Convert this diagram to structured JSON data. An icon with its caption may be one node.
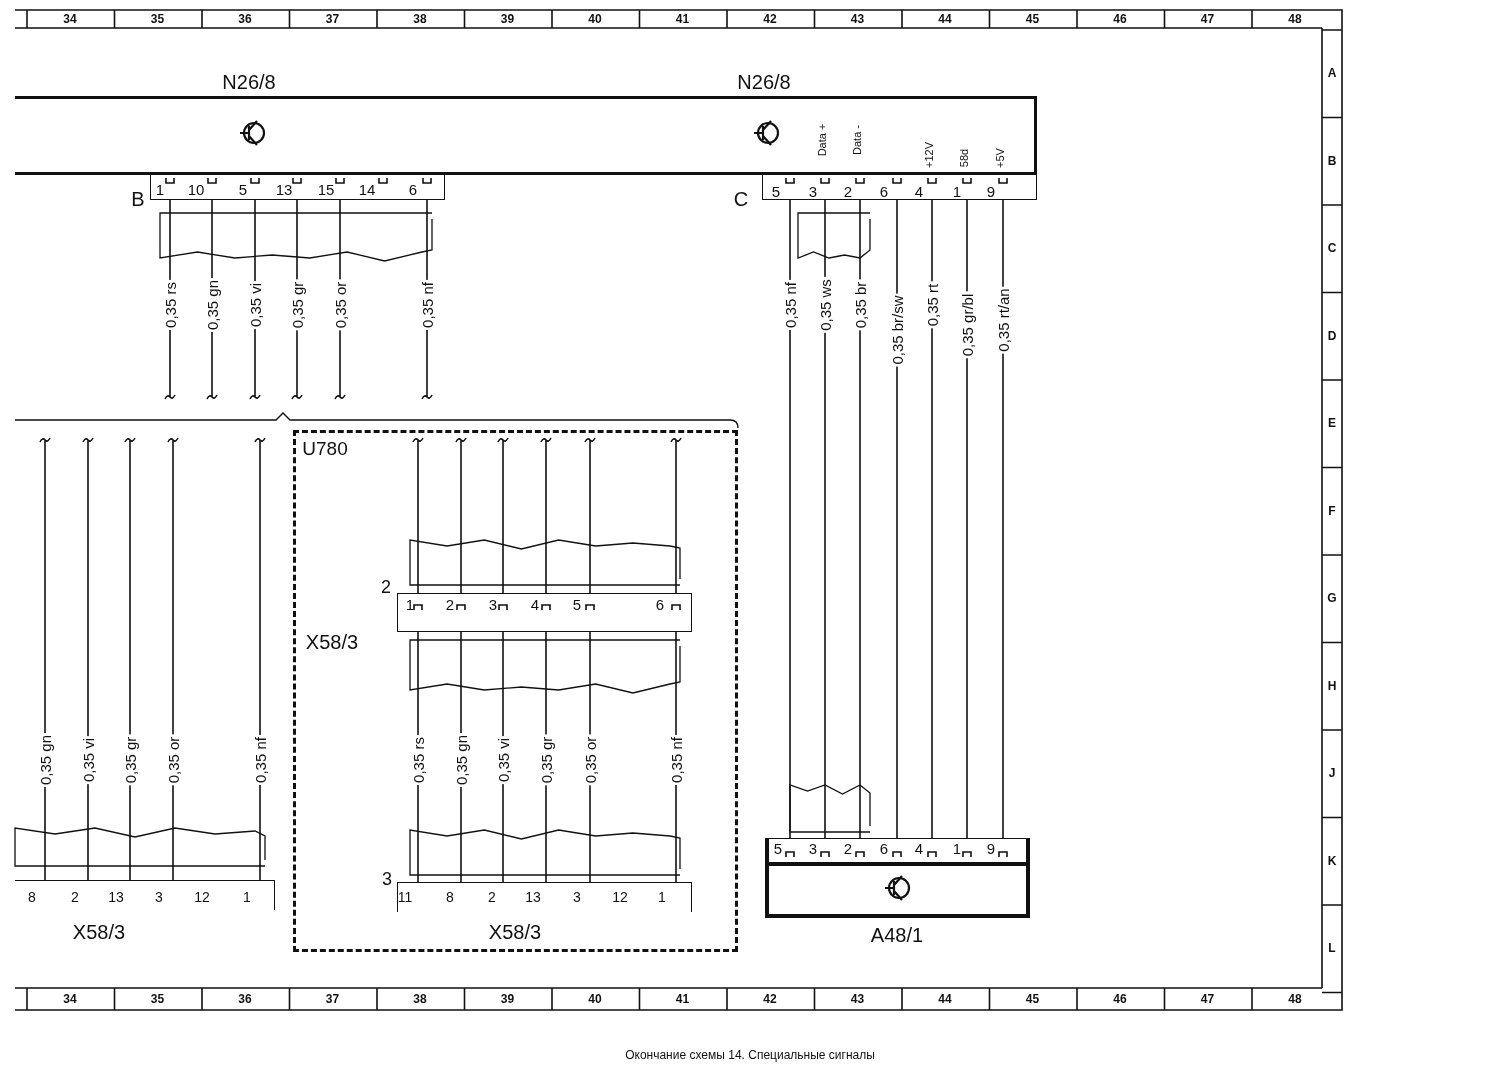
{
  "diagram": {
    "caption": "Окончание схемы 14. Специальные сигналы",
    "nodes": [
      {
        "text": [
          "N26/8",
          "N26/8",
          "Data +",
          "Data -",
          "+12V",
          "58d",
          "+5V"
        ]
      },
      {
        "text": [
          "B",
          "1",
          "10",
          "5",
          "13",
          "15",
          "14",
          "6"
        ]
      },
      {
        "text": [
          "C",
          "5",
          "3",
          "2",
          "6",
          "4",
          "1",
          "9"
        ]
      },
      {
        "text": [
          "U780"
        ]
      },
      {
        "text": [
          "X58/3",
          "2",
          "1",
          "2",
          "3",
          "4",
          "5",
          "6"
        ],
        "in": 3
      },
      {
        "text": [
          "3",
          "11",
          "8",
          "2",
          "13",
          "3",
          "12",
          "1",
          "X58/3"
        ],
        "in": 3
      },
      {
        "text": [
          "8",
          "2",
          "13",
          "3",
          "12",
          "1",
          "X58/3"
        ]
      },
      {
        "text": [
          "5",
          "3",
          "2",
          "6",
          "4",
          "1",
          "9",
          "A48/1"
        ]
      }
    ],
    "edges": [
      {
        "from": 1,
        "to": null,
        "arrow": "none",
        "label": "0,35 rs"
      },
      {
        "from": 1,
        "to": null,
        "arrow": "none",
        "label": "0,35 gn"
      },
      {
        "from": 1,
        "to": null,
        "arrow": "none",
        "label": "0,35 vi"
      },
      {
        "from": 1,
        "to": null,
        "arrow": "none",
        "label": "0,35 gr"
      },
      {
        "from": 1,
        "to": null,
        "arrow": "none",
        "label": "0,35 or"
      },
      {
        "from": 1,
        "to": null,
        "arrow": "none",
        "label": "0,35 nf"
      },
      {
        "from": null,
        "to": 6,
        "arrow": "none",
        "label": "0,35 gn"
      },
      {
        "from": null,
        "to": 6,
        "arrow": "none",
        "label": "0,35 vi"
      },
      {
        "from": null,
        "to": 6,
        "arrow": "none",
        "label": "0,35 gr"
      },
      {
        "from": null,
        "to": 6,
        "arrow": "none",
        "label": "0,35 or"
      },
      {
        "from": null,
        "to": 6,
        "arrow": "none",
        "label": "0,35 nf"
      },
      {
        "from": null,
        "to": 4,
        "arrow": "none"
      },
      {
        "from": null,
        "to": 4,
        "arrow": "none"
      },
      {
        "from": null,
        "to": 4,
        "arrow": "none"
      },
      {
        "from": null,
        "to": 4,
        "arrow": "none"
      },
      {
        "from": null,
        "to": 4,
        "arrow": "none"
      },
      {
        "from": null,
        "to": 4,
        "arrow": "none"
      },
      {
        "from": 4,
        "to": 5,
        "arrow": "none",
        "label": "0,35 rs"
      },
      {
        "from": 4,
        "to": 5,
        "arrow": "none",
        "label": "0,35 gn"
      },
      {
        "from": 4,
        "to": 5,
        "arrow": "none",
        "label": "0,35 vi"
      },
      {
        "from": 4,
        "to": 5,
        "arrow": "none",
        "label": "0,35 gr"
      },
      {
        "from": 4,
        "to": 5,
        "arrow": "none",
        "label": "0,35 or"
      },
      {
        "from": 4,
        "to": 5,
        "arrow": "none",
        "label": "0,35 nf"
      },
      {
        "from": 2,
        "to": 7,
        "arrow": "none",
        "label": "0,35 nf"
      },
      {
        "from": 2,
        "to": 7,
        "arrow": "none",
        "label": "0,35 ws"
      },
      {
        "from": 2,
        "to": 7,
        "arrow": "none",
        "label": "0,35 br"
      },
      {
        "from": 2,
        "to": 7,
        "arrow": "none",
        "label": "0,35 br/sw"
      },
      {
        "from": 2,
        "to": 7,
        "arrow": "none",
        "label": "0,35 rt"
      },
      {
        "from": 2,
        "to": 7,
        "arrow": "none",
        "label": "0,35 gr/bl"
      },
      {
        "from": 2,
        "to": 7,
        "arrow": "none",
        "label": "0,35 rt/an"
      }
    ],
    "labels": [
      "34",
      "35",
      "36",
      "37",
      "38",
      "39",
      "40",
      "41",
      "42",
      "43",
      "44",
      "45",
      "46",
      "47",
      "48",
      "A",
      "B",
      "C",
      "D",
      "E",
      "F",
      "G",
      "H",
      "J",
      "K",
      "L",
      "34",
      "35",
      "36",
      "37",
      "38",
      "39",
      "40",
      "41",
      "42",
      "43",
      "44",
      "45",
      "46",
      "47",
      "48"
    ]
  }
}
